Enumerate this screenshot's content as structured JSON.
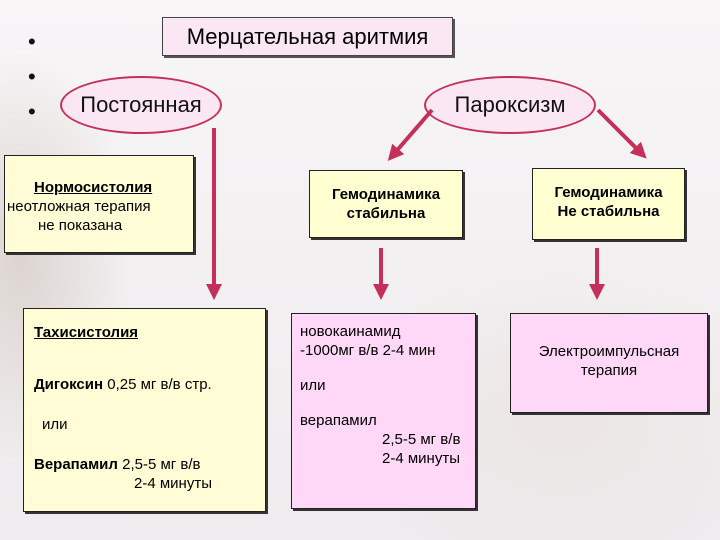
{
  "bullets": [
    "•",
    "•",
    "•"
  ],
  "title": "Мерцательная аритмия",
  "ellipses": {
    "permanent": "Постоянная",
    "paroxysm": "Пароксизм"
  },
  "normo": {
    "heading": "Нормосистолия",
    "line1": "неотложная терапия",
    "line2": "не показана"
  },
  "hemo_stable": {
    "line1": "Гемодинамика",
    "line2": "стабильна"
  },
  "hemo_unstable": {
    "line1": "Гемодинамика",
    "line2": "Не стабильна"
  },
  "tachy": {
    "heading": "Тахисистолия",
    "digoxin_name": "Дигоксин",
    "digoxin_dose": "0,25 мг в/в стр.",
    "or": "или",
    "verapamil_name": "Верапамил",
    "verapamil_dose": "2,5-5 мг в/в",
    "verapamil_time": "2-4 минуты"
  },
  "novo": {
    "line1": "новокаинамид",
    "line2": "-1000мг в/в 2-4 мин",
    "or": "или",
    "verapamil": "верапамил",
    "dose": "2,5-5 мг в/в",
    "time": "2-4 минуты"
  },
  "electro": {
    "line1": "Электроимпульсная",
    "line2": "терапия"
  },
  "colors": {
    "arrow": "#c4305a",
    "ellipse_fill": "#fbe6f3",
    "yellow_box": "#fffcd6",
    "pink_box": "#ffd8f8"
  }
}
